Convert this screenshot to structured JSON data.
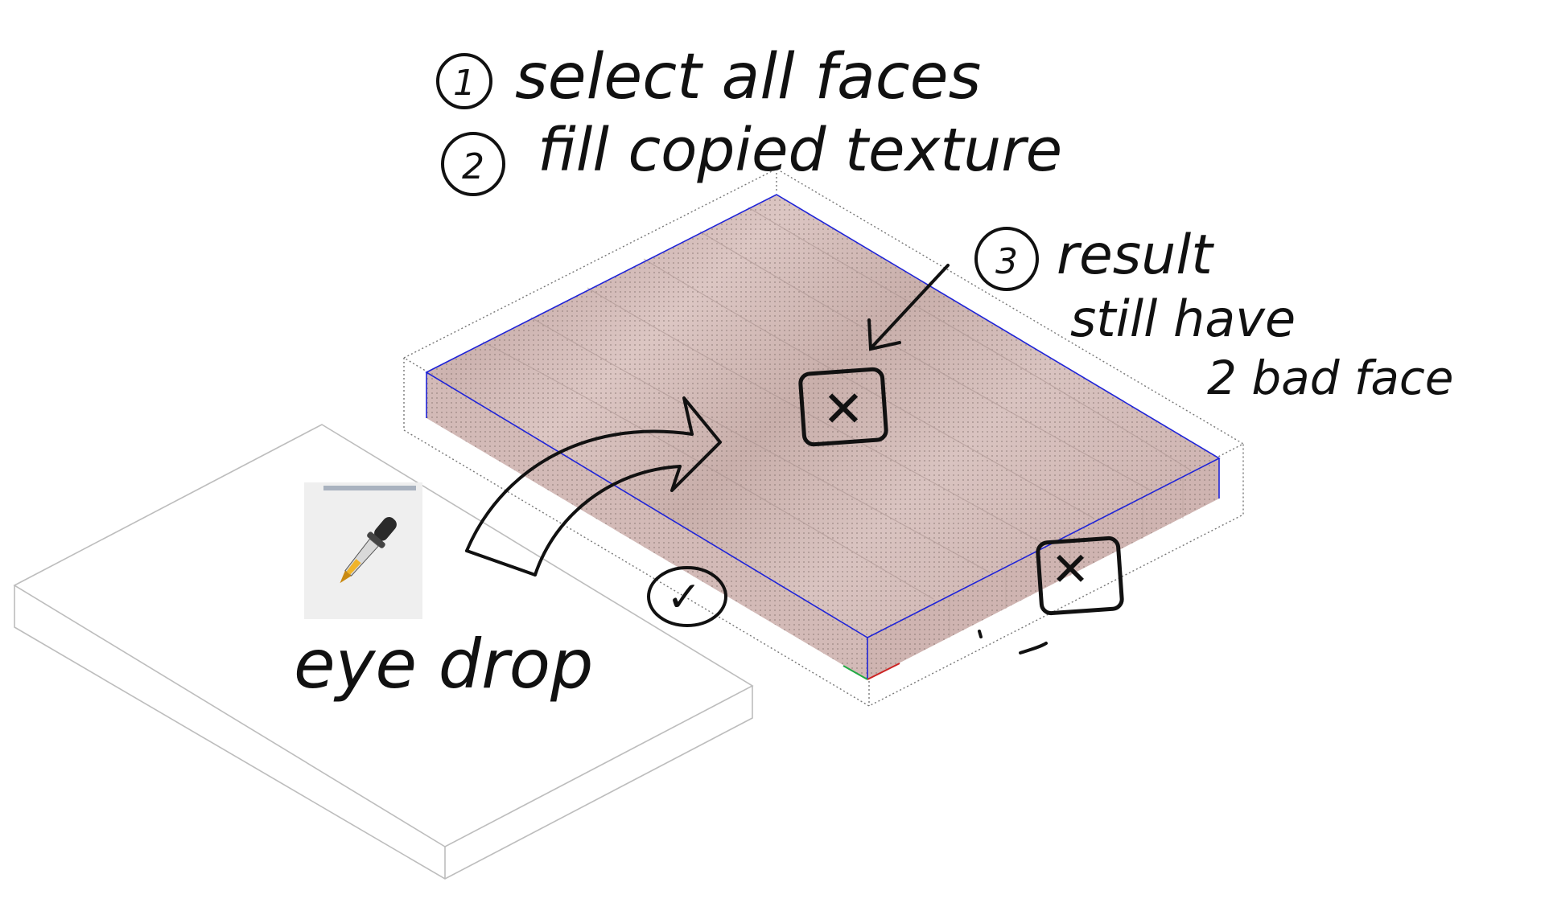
{
  "steps": {
    "step1": {
      "number": "1",
      "text": "select all faces"
    },
    "step2": {
      "number": "2",
      "text": "fill copied texture"
    },
    "step3": {
      "number": "3",
      "line1": "result",
      "line2": "still have",
      "line3": "2 bad face"
    }
  },
  "tool_label": "eye drop",
  "marks": {
    "check": "✓",
    "cross": "✕"
  },
  "colors": {
    "texture": "#d9c2bf",
    "texture_line": "#a8918e",
    "edge_blue": "#1f24d8",
    "ink": "#111111",
    "bbox": "#777777",
    "ghost_outline": "#bdbdbd",
    "axis_red": "#cc2222",
    "axis_green": "#22aa44"
  },
  "icons": {
    "tool": "eyedropper-icon"
  }
}
